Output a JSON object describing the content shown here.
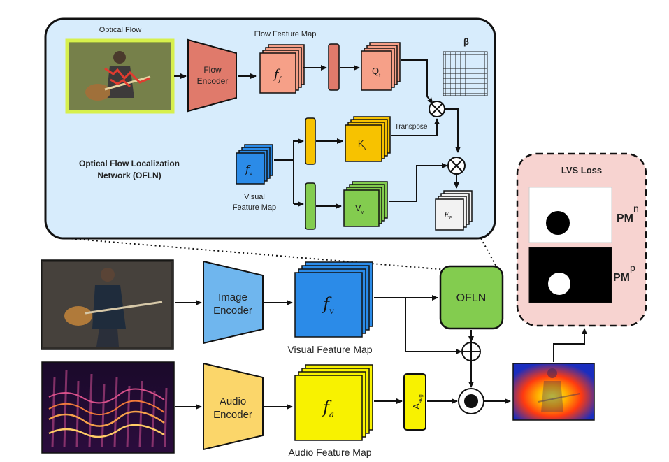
{
  "oflnPanel": {
    "opticalFlowLabel": "Optical Flow",
    "flowFeatureMapLabel": "Flow Feature Map",
    "flowEncoderLine1": "Flow",
    "flowEncoderLine2": "Encoder",
    "ffMain": "f",
    "ffSub": "f",
    "qfMain": "Q",
    "qfSub": "f",
    "betaLabel": "β",
    "transposeLabel": "Transpose",
    "kvMain": "K",
    "kvSub": "v",
    "vvMain": "V",
    "vvSub": "v",
    "fvSmallMain": "f",
    "fvSmallSub": "v",
    "visualMapLine1": "Visual",
    "visualMapLine2": "Feature Map",
    "networkLine1": "Optical Flow Localization",
    "networkLine2": "Network (OFLN)",
    "epMain": "E",
    "epSub": "P"
  },
  "imageBranch": {
    "encoderLine1": "Image",
    "encoderLine2": "Encoder",
    "fvMain": "f",
    "fvSub": "v",
    "mapLabel": "Visual Feature Map",
    "oflnLabel": "OFLN"
  },
  "audioBranch": {
    "encoderLine1": "Audio",
    "encoderLine2": "Encoder",
    "faMain": "f",
    "faSub": "a",
    "mapLabel": "Audio Feature Map",
    "aavgMain": "A",
    "aavgSub": "avg"
  },
  "lvs": {
    "title": "LVS Loss",
    "pmnMain": "PM",
    "pmnSup": "n",
    "pmpMain": "PM",
    "pmpSup": "p"
  },
  "colors": {
    "panelBg": "#d7ecfc",
    "flowEncoder": "#e07a6b",
    "ffMap": "#f6a088",
    "qfMap": "#f6a088",
    "imageEncoder": "#6fb6ee",
    "fvMap": "#2b8be8",
    "ofln": "#83cc4f",
    "audioEncoder": "#fbd66a",
    "faMap": "#f8f200",
    "kv": "#f7c200",
    "vv": "#83cc4f",
    "lvsBg": "#f7d3d0"
  }
}
